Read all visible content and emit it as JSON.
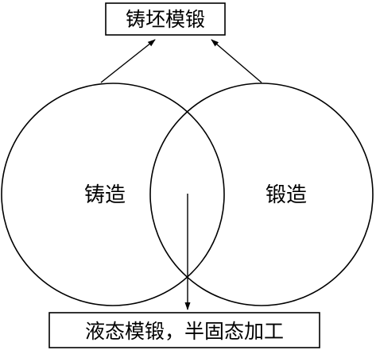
{
  "diagram": {
    "top_box": {
      "label": "铸坯模锻"
    },
    "bottom_box": {
      "label": "液态模锻，半固态加工"
    },
    "left_circle": {
      "label": "铸造"
    },
    "right_circle": {
      "label": "锻造"
    },
    "colors": {
      "stroke": "#000000",
      "background": "#ffffff"
    }
  }
}
